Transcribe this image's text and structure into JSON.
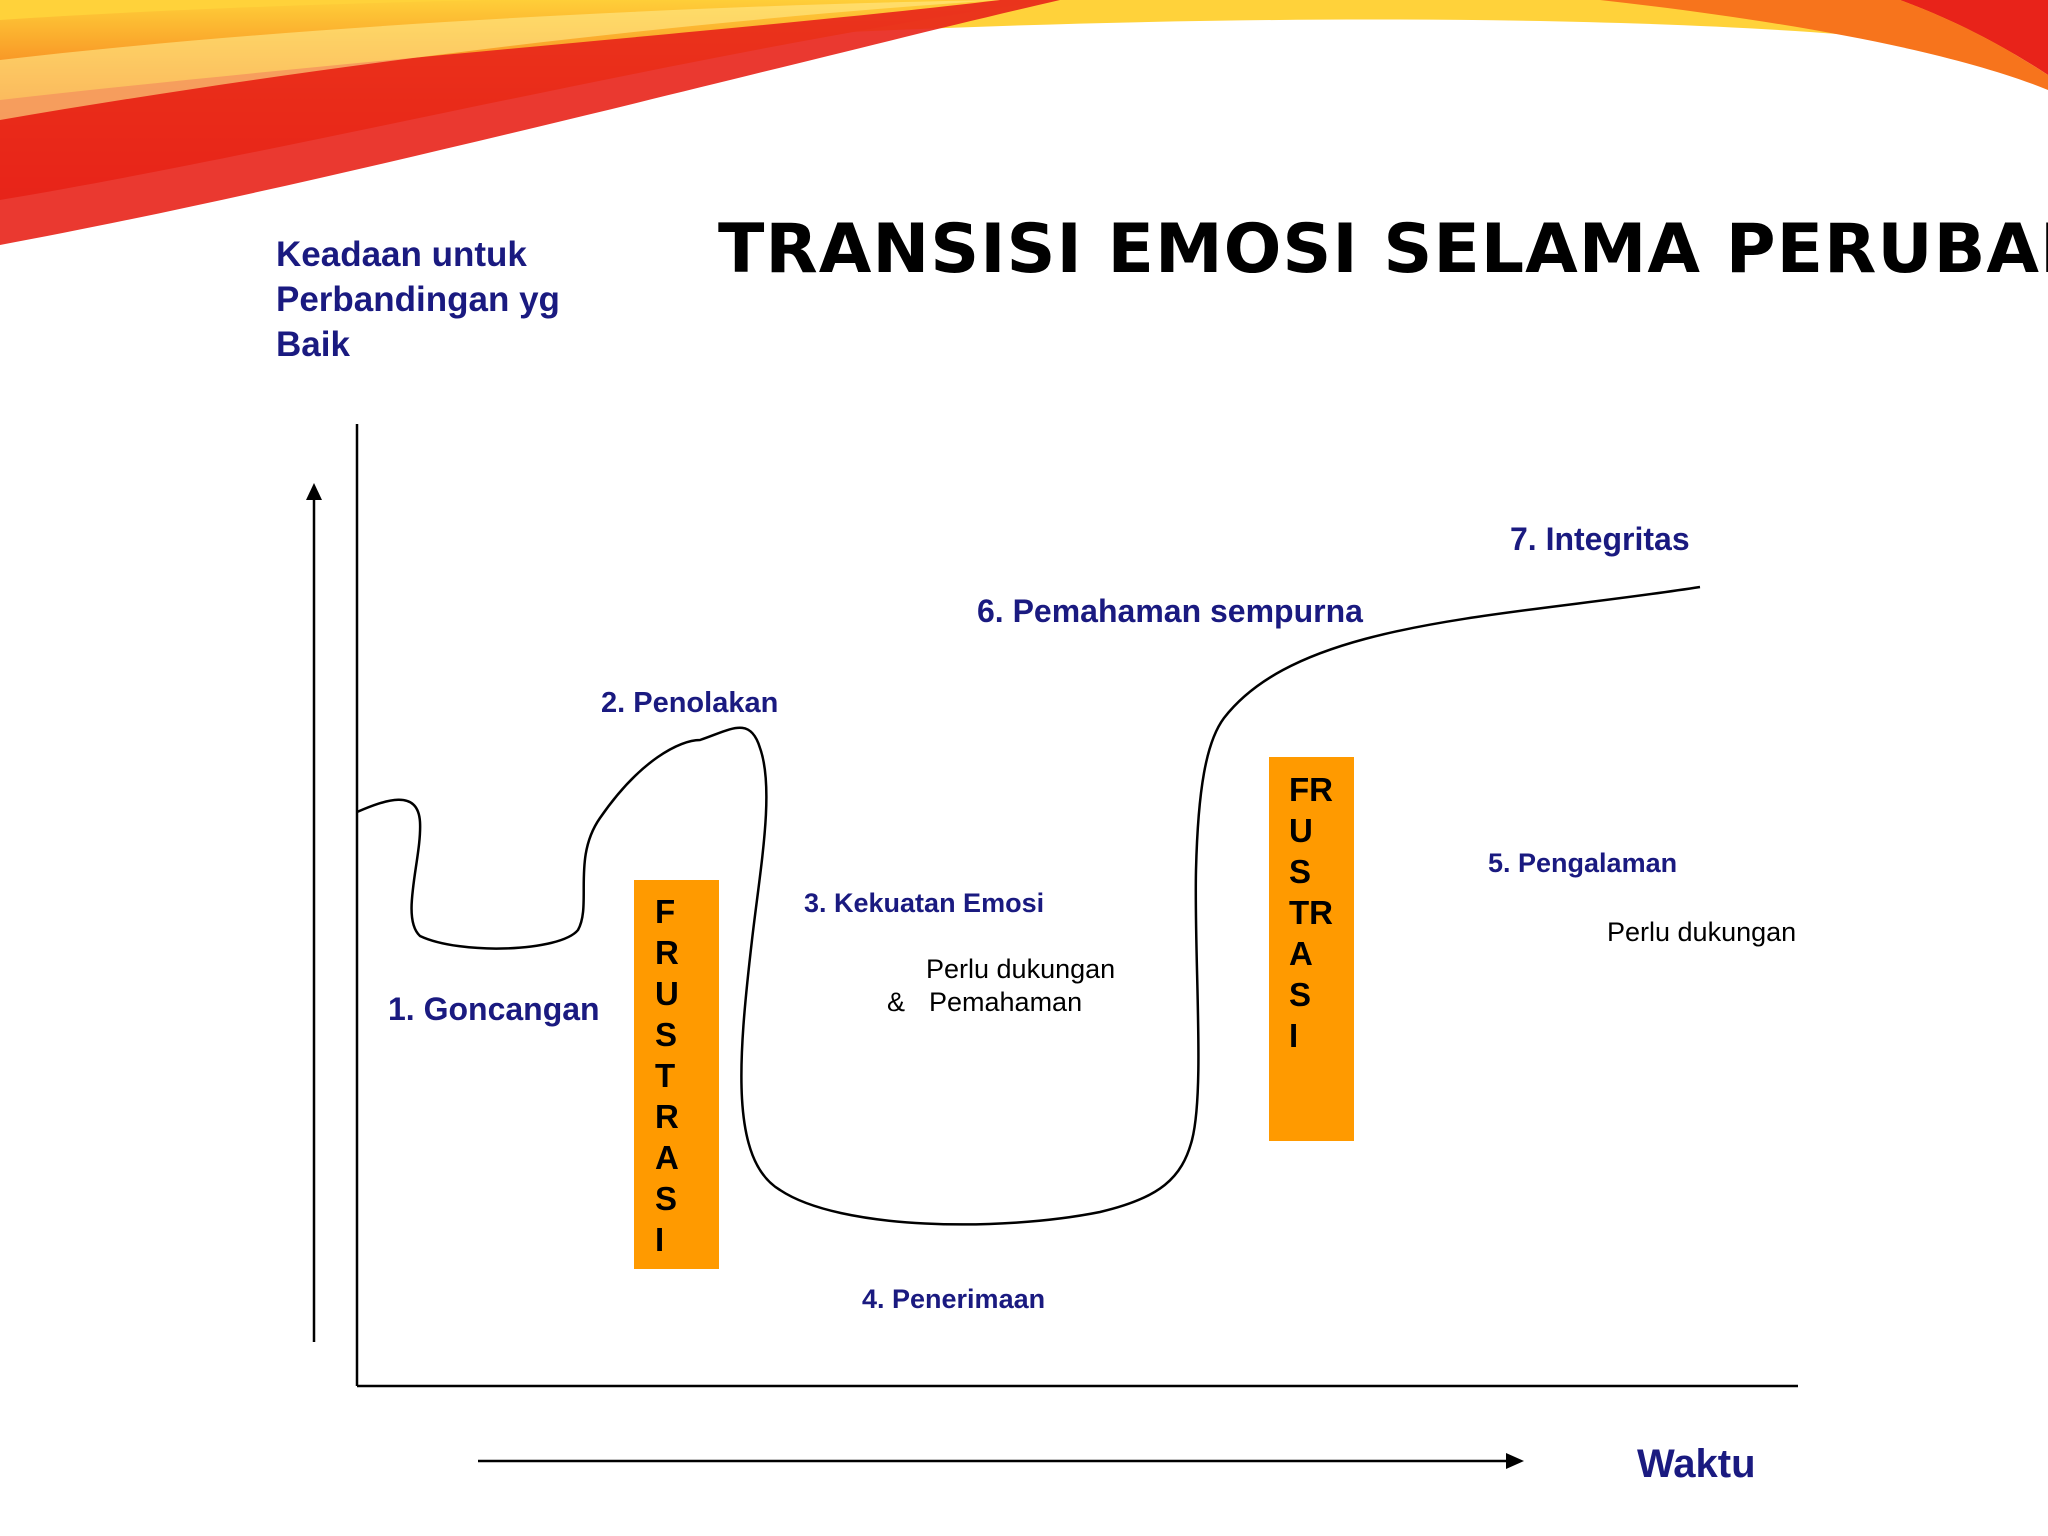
{
  "title": "TRANSISI EMOSI SELAMA PERUBAHAN",
  "y_axis_label": [
    "Keadaan untuk",
    "Perbandingan yg",
    "Baik"
  ],
  "x_axis_label": "Waktu",
  "stages": {
    "s1": "1. Goncangan",
    "s2": "2. Penolakan",
    "s3": "3. Kekuatan Emosi",
    "s4": "4. Penerimaan",
    "s5": "5. Pengalaman",
    "s6": "6. Pemahaman sempurna",
    "s7": "7. Integritas"
  },
  "notes": {
    "s3_line1": "Perlu dukungan",
    "s3_amp": "&",
    "s3_line2": "Pemahaman",
    "s5_line1": "Perlu dukungan"
  },
  "frustrasi_left": [
    "F",
    "R",
    "U",
    "S",
    "T",
    "R",
    "A",
    "S",
    "I"
  ],
  "frustrasi_right": [
    "FR",
    "U",
    "S",
    "TR",
    "A",
    "S",
    "I"
  ],
  "colors": {
    "label_navy": "#1a1a80",
    "frustrasi_orange": "#ff9a00",
    "curve": "#000000",
    "banner_red": "#e8231a",
    "banner_yellow": "#ffd23a"
  }
}
